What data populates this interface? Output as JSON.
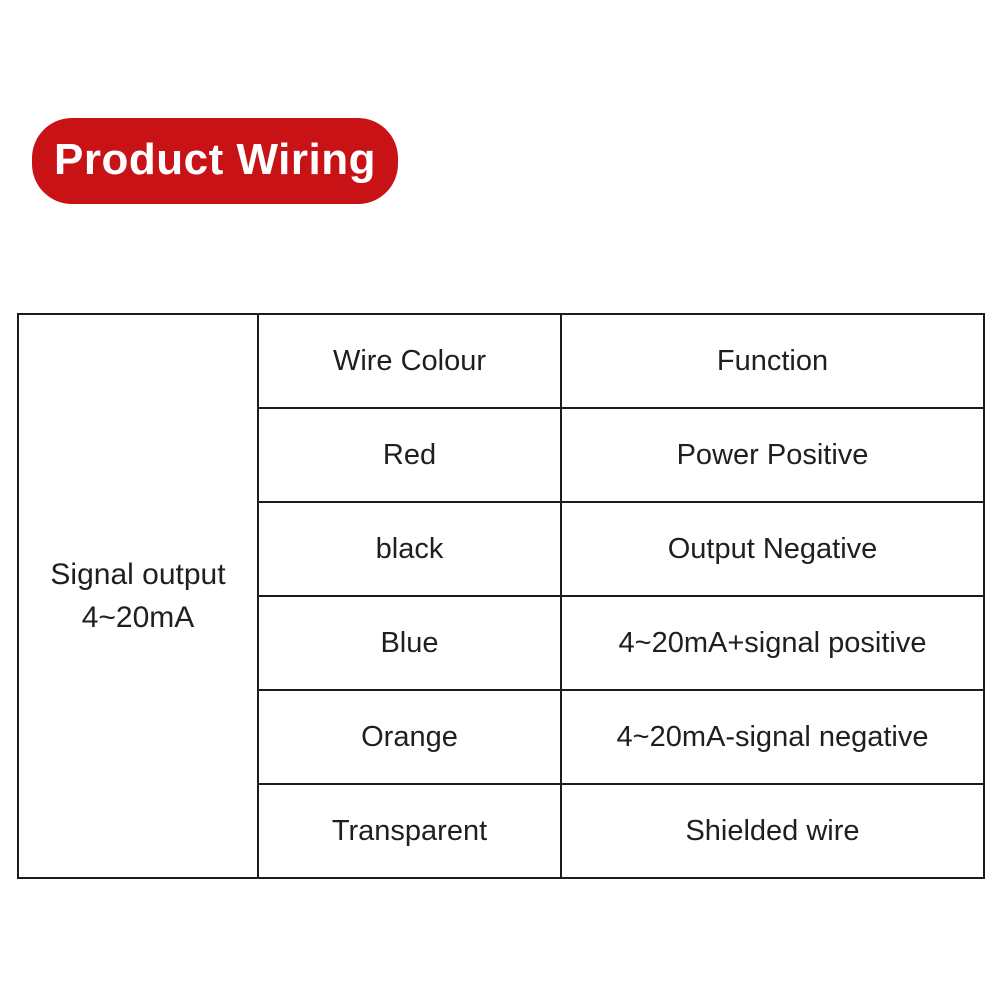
{
  "page": {
    "background_color": "#ffffff"
  },
  "badge": {
    "label": "Product Wiring",
    "bg_color": "#c81215",
    "text_color": "#ffffff"
  },
  "table": {
    "border_color": "#1c1c1c",
    "merged_cell": {
      "line1": "Signal output",
      "line2": "4~20mA"
    },
    "header": {
      "wire_colour": "Wire Colour",
      "function": "Function"
    },
    "rows": [
      {
        "wire": "Red",
        "function": "Power Positive"
      },
      {
        "wire": "black",
        "function": "Output Negative"
      },
      {
        "wire": "Blue",
        "function": "4~20mA+signal positive"
      },
      {
        "wire": "Orange",
        "function": "4~20mA-signal negative"
      },
      {
        "wire": "Transparent",
        "function": "Shielded wire"
      }
    ]
  }
}
